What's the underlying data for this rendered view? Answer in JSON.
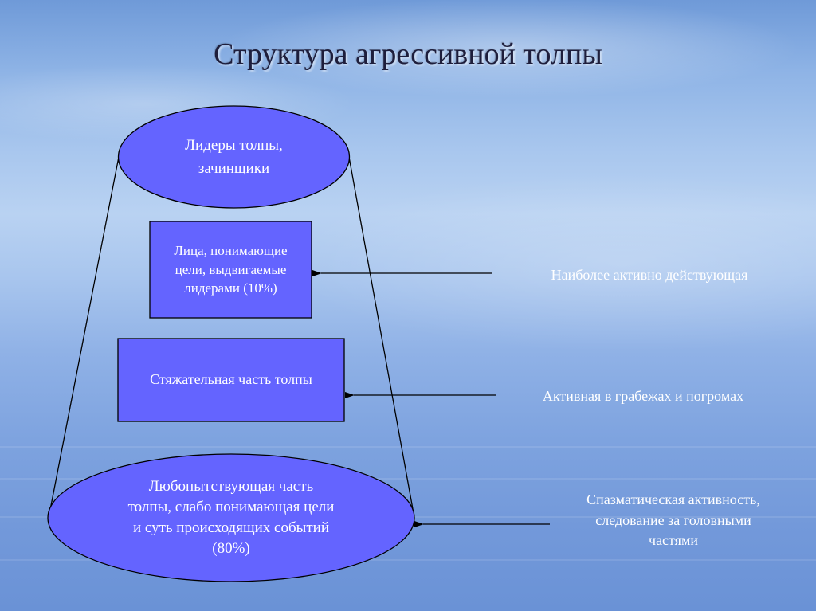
{
  "title": "Структура агрессивной толпы",
  "levels": [
    {
      "name": "leaders",
      "lines": [
        "Лидеры толпы,",
        "зачинщики"
      ]
    },
    {
      "name": "active-core",
      "lines": [
        "Лица, понимающие",
        "цели, выдвигаемые",
        "лидерами (10%)"
      ]
    },
    {
      "name": "acquisitive",
      "lines": [
        "Стяжательная часть толпы"
      ]
    },
    {
      "name": "curious",
      "lines": [
        "Любопытствующая часть",
        "толпы, слабо понимающая цели",
        "и суть происходящих событий",
        "(80%)"
      ]
    }
  ],
  "annotations": [
    {
      "lines": [
        "Наиболее активно действующая"
      ]
    },
    {
      "lines": [
        "Активная в грабежах и погромах"
      ]
    },
    {
      "lines": [
        "Спазматическая активность,",
        "следование за головными",
        "частями"
      ]
    }
  ],
  "colors": {
    "shape_fill": "#6464ff",
    "shape_stroke": "#000000",
    "text_light": "#ffffff",
    "title_text": "#1e1e3c"
  }
}
